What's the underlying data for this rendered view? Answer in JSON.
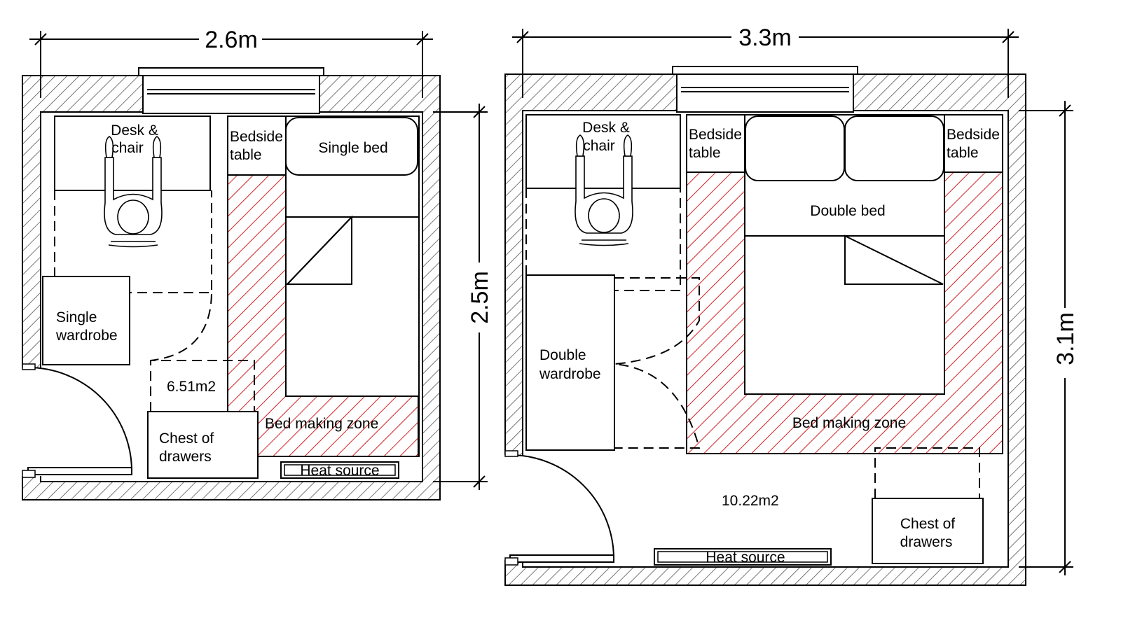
{
  "plans": [
    {
      "width_label": "2.6m",
      "depth_label": "2.5m",
      "area": "6.51m2",
      "desk_line1": "Desk &",
      "desk_line2": "chair",
      "bedside_line1": "Bedside",
      "bedside_line2": "table",
      "bed": "Single bed",
      "wardrobe_line1": "Single",
      "wardrobe_line2": "wardrobe",
      "chest_line1": "Chest of",
      "chest_line2": "drawers",
      "bed_zone": "Bed making zone",
      "heat": "Heat source"
    },
    {
      "width_label": "3.3m",
      "depth_label": "3.1m",
      "area": "10.22m2",
      "desk_line1": "Desk &",
      "desk_line2": "chair",
      "bedside_left_line1": "Bedside",
      "bedside_left_line2": "table",
      "bedside_right_line1": "Bedside",
      "bedside_right_line2": "table",
      "bed": "Double bed",
      "wardrobe_line1": "Double",
      "wardrobe_line2": "wardrobe",
      "chest_line1": "Chest of",
      "chest_line2": "drawers",
      "bed_zone": "Bed making zone",
      "heat": "Heat source"
    }
  ],
  "colors": {
    "line": "#000000",
    "bed_zone": "#d42020",
    "wall_hatch": "#555555"
  }
}
